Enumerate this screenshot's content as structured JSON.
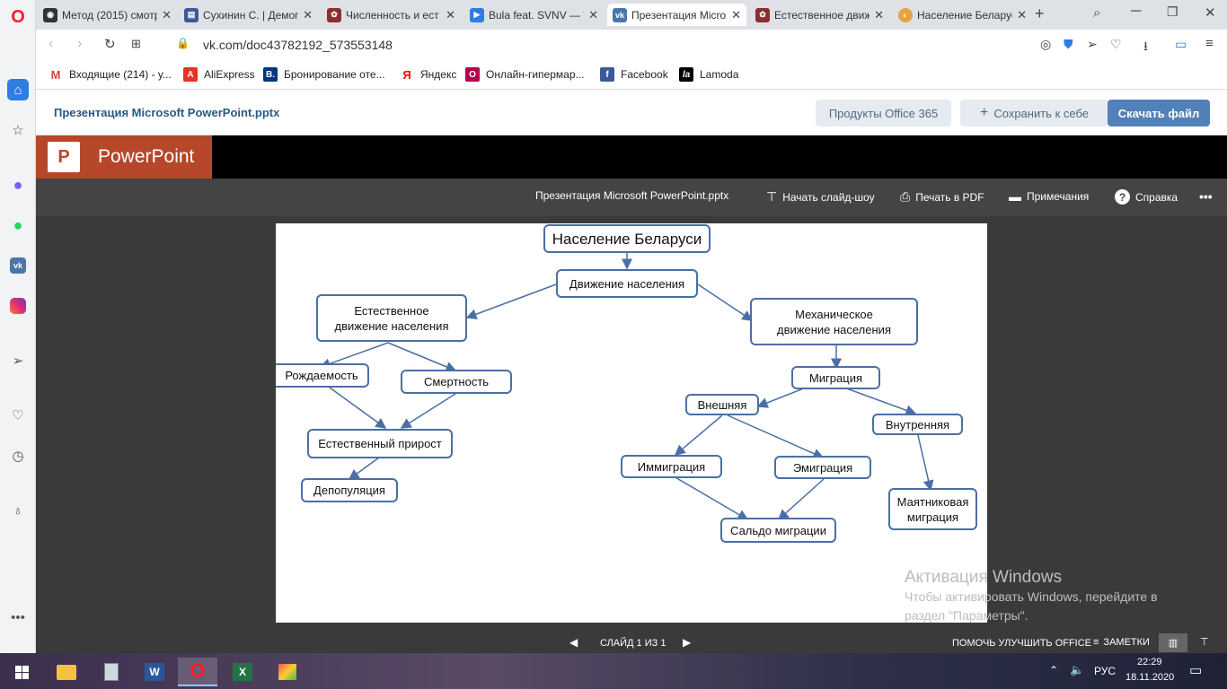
{
  "browser": {
    "tabs": [
      {
        "title": "Метод (2015) смотр",
        "color": "#333"
      },
      {
        "title": "Сухинин С. | Демог",
        "color": "#3b5998"
      },
      {
        "title": "Численность и ест",
        "color": "#8a2e2e"
      },
      {
        "title": "Bula feat. SVNV — Т",
        "color": "#2d7be5"
      },
      {
        "title": "Презентация Micro",
        "color": "#4a76a8"
      },
      {
        "title": "Естественное движ",
        "color": "#8a2e2e"
      },
      {
        "title": "Население Беларус",
        "color": "#e8a33d"
      }
    ],
    "url": "vk.com/doc43782192_573553148",
    "bookmarks": [
      {
        "label": "Входящие (214) - у...",
        "glyph": "M",
        "color": "#d44638"
      },
      {
        "label": "AliExpress",
        "glyph": "A",
        "color": "#e43225"
      },
      {
        "label": "Бронирование оте...",
        "glyph": "B.",
        "color": "#003580"
      },
      {
        "label": "Яндекс",
        "glyph": "Я",
        "color": "#ff0000"
      },
      {
        "label": "Онлайн-гипермар...",
        "glyph": "О",
        "color": "#b3004c"
      },
      {
        "label": "Facebook",
        "glyph": "f",
        "color": "#3b5998"
      },
      {
        "label": "Lamoda",
        "glyph": "la",
        "color": "#000000"
      }
    ]
  },
  "vk": {
    "doc_title": "Презентация Microsoft PowerPoint.pptx",
    "products_label": "Продукты Office 365",
    "save_label": "Сохранить к себе",
    "download_label": "Скачать файл"
  },
  "ppt": {
    "app_name": "PowerPoint",
    "file_name": "Презентация Microsoft PowerPoint.pptx",
    "slideshow_label": "Начать слайд-шоу",
    "print_label": "Печать в PDF",
    "notes_label": "Примечания",
    "help_label": "Справка",
    "slide_counter": "СЛАЙД 1 ИЗ 1",
    "improve_label": "ПОМОЧЬ УЛУЧШИТЬ OFFICE",
    "notes_status": "ЗАМЕТКИ"
  },
  "slide": {
    "title": "Население Беларуси",
    "movement": "Движение населения",
    "natural": "Естественное движение населения",
    "mechanical": "Механическое движение населения",
    "births": "Рождаемость",
    "deaths": "Смертность",
    "natural_growth": "Естественный прирост",
    "depopulation": "Депопуляция",
    "migration": "Миграция",
    "external": "Внешняя",
    "internal": "Внутренняя",
    "immigration": "Иммиграция",
    "emigration": "Эмиграция",
    "pendulum": "Маятниковая миграция",
    "net_migration": "Сальдо миграции"
  },
  "watermark": {
    "title": "Активация Windows",
    "line1": "Чтобы активировать Windows, перейдите в",
    "line2": "раздел \"Параметры\"."
  },
  "taskbar": {
    "lang": "РУС",
    "time": "22:29",
    "date": "18.11.2020"
  }
}
